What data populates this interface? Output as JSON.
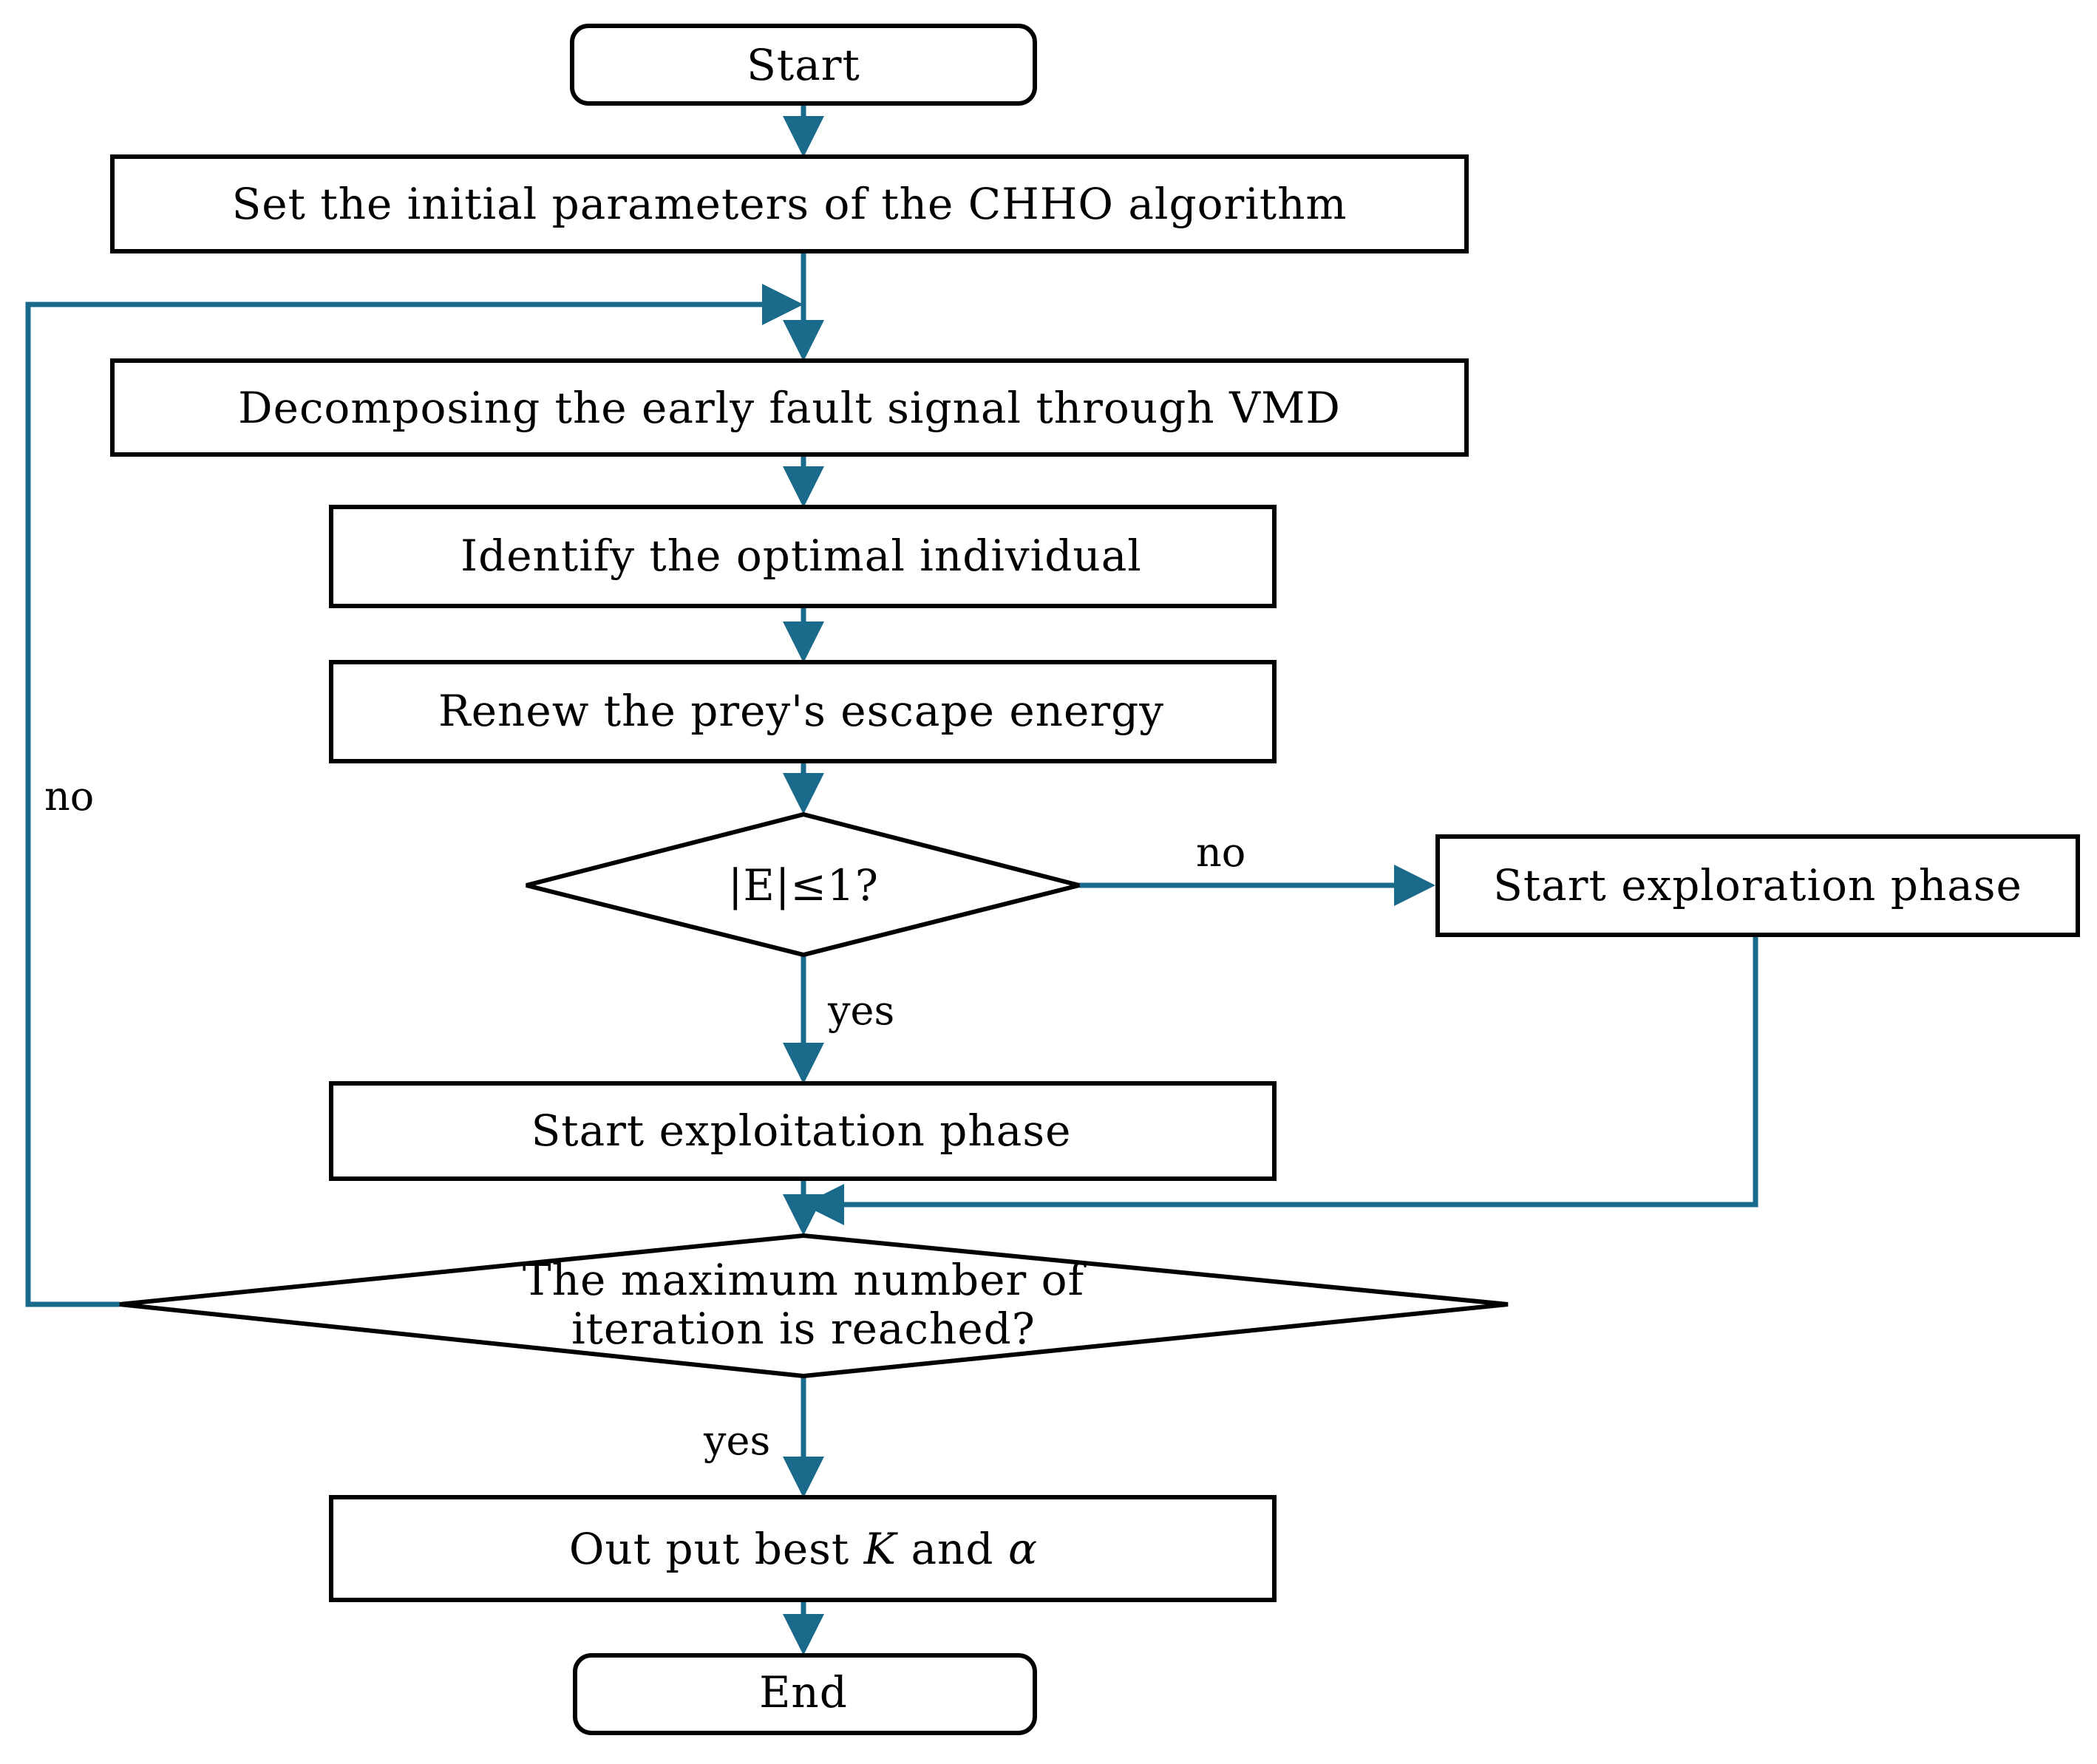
{
  "nodes": {
    "start": "Start",
    "set_params": "Set the initial parameters of the CHHO algorithm",
    "decompose": "Decomposing the early fault signal through VMD",
    "identify": "Identify the optimal individual",
    "renew": "Renew the prey's escape energy",
    "decision_energy": "|E|≤1?",
    "exploration": "Start exploration phase",
    "exploitation": "Start exploitation phase",
    "decision_iter_line1": "The maximum number of",
    "decision_iter_line2": "iteration is reached?",
    "output_prefix": "Out put best ",
    "output_k": "K",
    "output_mid": " and ",
    "output_alpha": "α",
    "end": "End"
  },
  "edges": {
    "energy_no": "no",
    "energy_yes": "yes",
    "iter_no": "no",
    "iter_yes": "yes"
  },
  "colors": {
    "connector": "#1a6a8c",
    "box_border": "#000000"
  }
}
